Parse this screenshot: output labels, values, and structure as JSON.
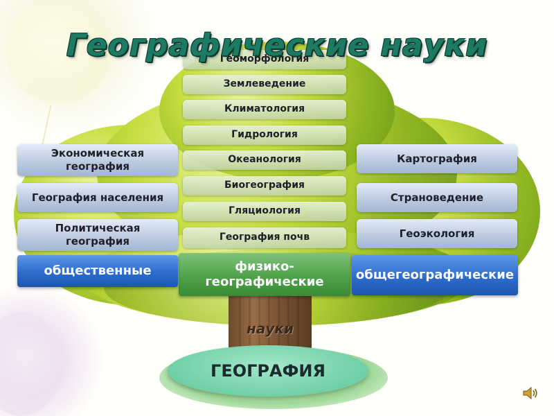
{
  "title": "Географические науки",
  "physical": {
    "label": "физико-\nгеографические",
    "items": [
      "Геоморфология",
      "Землеведение",
      "Климатология",
      "Гидрология",
      "Океанология",
      "Биогеография",
      "Гляциология",
      "География почв"
    ]
  },
  "social": {
    "label": "общественные",
    "items": [
      "Экономическая\nгеография",
      "География населения",
      "Политическая\nгеография"
    ]
  },
  "general": {
    "label": "общегеографические",
    "items": [
      "Картография",
      "Страноведение",
      "Геоэкология"
    ]
  },
  "trunk_label": "науки",
  "root_label": "ГЕОГРАФИЯ",
  "icons": {
    "speaker": "speaker-icon"
  },
  "colors": {
    "title": "#1d7a63",
    "social_category": "#2f6fd0",
    "general_category": "#2f6fd0",
    "physical_category": "#4fa24a",
    "root": "#76d3ab"
  }
}
